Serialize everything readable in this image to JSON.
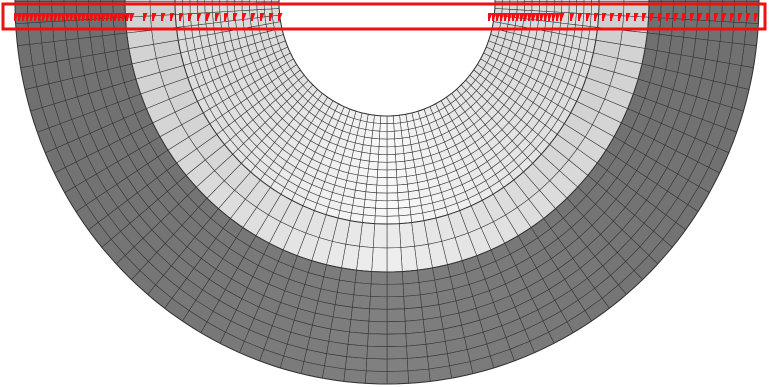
{
  "viewport": {
    "background": "#ffffff",
    "model": {
      "kind": "half-annulus mesh, viewed from above",
      "colors": {
        "outer_band": "#7f7f7f",
        "middle_band": "#ececec",
        "inner_band": "#f7f7f7",
        "mesh_line": "#333333"
      },
      "radial_divisions": 56
    },
    "selection": {
      "kind": "boundary constraint markers",
      "color": "#ee1111"
    }
  }
}
